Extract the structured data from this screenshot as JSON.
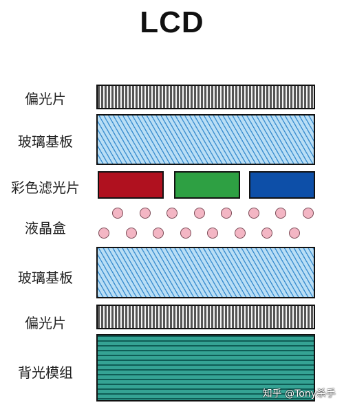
{
  "title": "LCD",
  "layers": [
    {
      "id": "polarizer-top",
      "label": "偏光片",
      "pattern": "vertical-stripes",
      "color": "#555555"
    },
    {
      "id": "glass-top",
      "label": "玻璃基板",
      "pattern": "dashes",
      "color": "#3d8fd0"
    },
    {
      "id": "color-filter",
      "label": "彩色滤光片",
      "segments": [
        {
          "name": "red",
          "color": "#b0111f"
        },
        {
          "name": "green",
          "color": "#2ea043"
        },
        {
          "name": "blue",
          "color": "#0d4fa8"
        }
      ]
    },
    {
      "id": "liquid-crystal",
      "label": "液晶盒",
      "dot_color": "#f3b6c4",
      "rows": [
        8,
        8
      ]
    },
    {
      "id": "glass-bottom",
      "label": "玻璃基板",
      "pattern": "dashes",
      "color": "#3d8fd0"
    },
    {
      "id": "polarizer-bottom",
      "label": "偏光片",
      "pattern": "vertical-stripes",
      "color": "#555555"
    },
    {
      "id": "backlight",
      "label": "背光模组",
      "pattern": "horizontal-stripes",
      "color": "#35a394"
    }
  ],
  "watermark": "知乎 @Tony杀手"
}
